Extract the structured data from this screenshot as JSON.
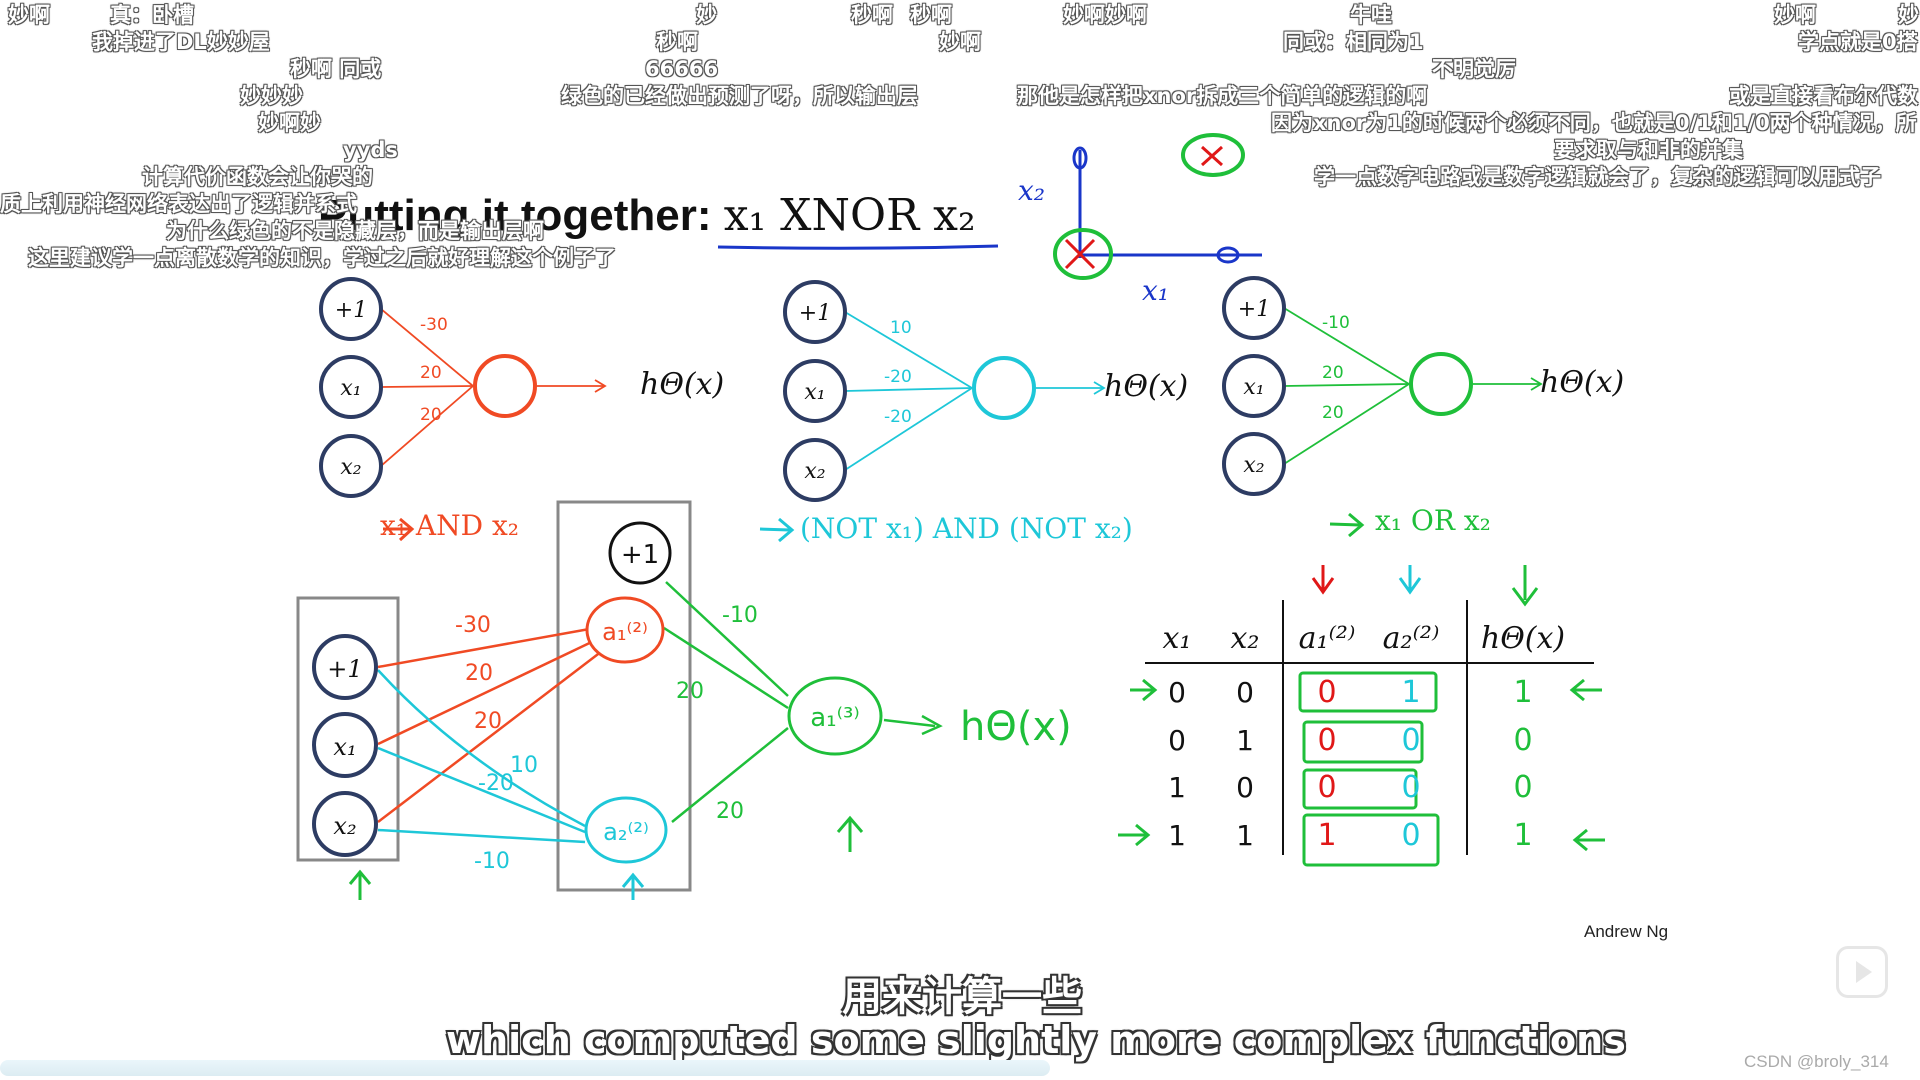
{
  "slide": {
    "title_text": "Putting it together:",
    "title_math": "x₁ XNOR x₂",
    "credit": "Andrew Ng",
    "networks": [
      {
        "color": "#f04a24",
        "inputs": [
          "+1",
          "x₁",
          "x₂"
        ],
        "weights": [
          "-30",
          "20",
          "20"
        ],
        "output_label": "hΘ(x)",
        "caption": "x₁ AND x₂"
      },
      {
        "color": "#1ec7d8",
        "inputs": [
          "+1",
          "x₁",
          "x₂"
        ],
        "weights": [
          "10",
          "-20",
          "-20"
        ],
        "output_label": "hΘ(x)",
        "caption": "(NOT x₁) AND (NOT x₂)"
      },
      {
        "color": "#1fbf3a",
        "inputs": [
          "+1",
          "x₁",
          "x₂"
        ],
        "weights": [
          "-10",
          "20",
          "20"
        ],
        "output_label": "hΘ(x)",
        "caption": "x₁ OR x₂"
      }
    ],
    "plot": {
      "x_label": "x₁",
      "y_label": "x₂"
    },
    "big_net": {
      "inputs": [
        "+1",
        "x₁",
        "x₂"
      ],
      "hidden_bias": "+1",
      "hidden": [
        "a₁⁽²⁾",
        "a₂⁽²⁾"
      ],
      "output": "a₁⁽³⁾",
      "output_label": "hΘ(x)",
      "red_weights": [
        "-30",
        "20",
        "20"
      ],
      "cyan_weights": [
        "10",
        "-20",
        "-10"
      ],
      "green_weights": [
        "-10",
        "20",
        "20"
      ]
    },
    "table": {
      "headers": [
        "x₁",
        "x₂",
        "a₁⁽²⁾",
        "a₂⁽²⁾",
        "hΘ(x)"
      ],
      "rows": [
        [
          "0",
          "0",
          "0",
          "1",
          "1"
        ],
        [
          "0",
          "1",
          "0",
          "0",
          "0"
        ],
        [
          "1",
          "0",
          "0",
          "0",
          "0"
        ],
        [
          "1",
          "1",
          "1",
          "0",
          "1"
        ]
      ]
    }
  },
  "danmaku": [
    "妙啊",
    "真：卧槽",
    "我掉进了DL妙妙屋",
    "秒啊 同或",
    "妙妙妙",
    "妙啊妙",
    "yyds",
    "计算代价函数会让你哭的",
    "质上利用神经网络表达出了逻辑并系式",
    "为什么绿色的不是隐藏层，而是输出层啊",
    "这里建议学一点离散数学的知识，学过之后就好理解这个例子了",
    "妙",
    "秒啊",
    "66666",
    "绿色的已经做出预测了呀，所以输出层",
    "秒啊",
    "秒啊",
    "妙啊",
    "妙啊妙啊",
    "那他是怎样把xnor拆成三个简单的逻辑的啊",
    "牛哇",
    "同或：相同为1",
    "不明觉厉",
    "因为xnor为1的时候两个必须不同，也就是0/1和1/0两个种情况，所",
    "要求取与和非的并集",
    "学一点数字电路或是数字逻辑就会了，复杂的逻辑可以用式子",
    "妙啊",
    "妙",
    "学点就是0搭",
    "或是直接看布尔代数"
  ],
  "subtitles": {
    "zh": "用来计算一些",
    "en": "which computed some slightly more complex functions"
  },
  "watermark": "CSDN @broly_314"
}
